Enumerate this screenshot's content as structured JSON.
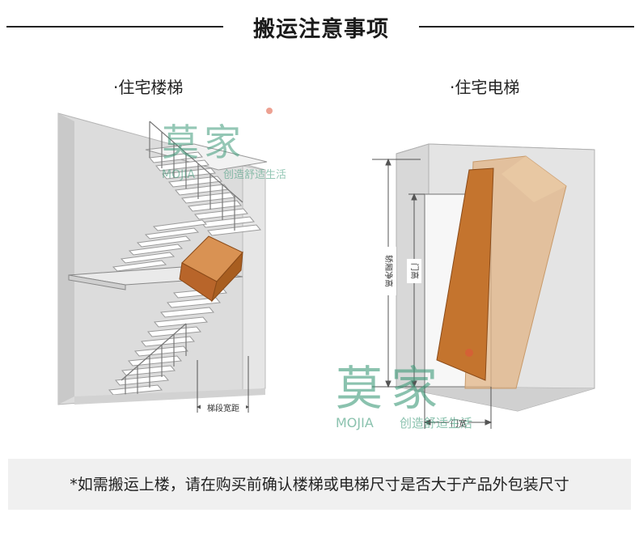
{
  "header": {
    "title": "搬运注意事项"
  },
  "stairs": {
    "label": "·住宅楼梯",
    "dimension_label": "梯段宽距"
  },
  "elevator": {
    "label": "·住宅电梯",
    "car_height_label": "轿厢净高",
    "door_height_label": "门高",
    "door_width_label": "门宽"
  },
  "watermark": {
    "brand_cn": "莫家",
    "brand_en": "MOJIA",
    "slogan": "创造舒适生活",
    "brand_color": "#3e9a79",
    "dot_color": "#e0553a"
  },
  "colors": {
    "box_front": "#c4742e",
    "box_top": "#d99253",
    "box_side": "#a85e20",
    "ghost_box": "#e2b486"
  },
  "footer": {
    "note": "*如需搬运上楼，请在购买前确认楼梯或电梯尺寸是否大于产品外包装尺寸"
  }
}
